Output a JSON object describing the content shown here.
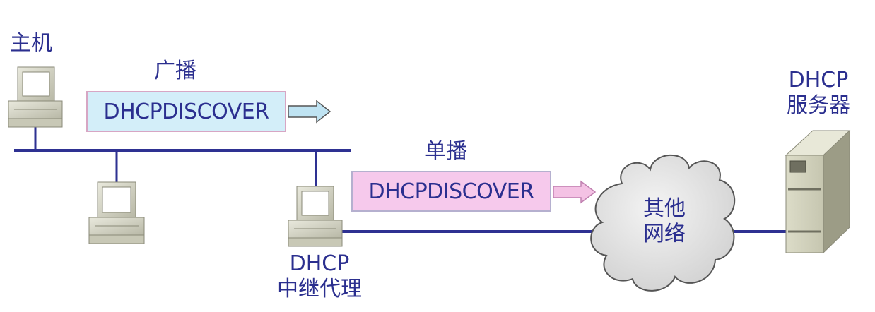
{
  "host_label": "主机",
  "broadcast": {
    "label": "广播",
    "message": "DHCPDISCOVER",
    "fill": "#d3eef9",
    "border": "#d7a6c4"
  },
  "unicast": {
    "label": "单播",
    "message": "DHCPDISCOVER",
    "fill": "#f6c9ec",
    "border": "#b5b0cf"
  },
  "relay": {
    "line1": "DHCP",
    "line2": "中继代理"
  },
  "cloud": {
    "line1": "其他",
    "line2": "网络"
  },
  "server": {
    "line1": "DHCP",
    "line2": "服务器"
  },
  "colors": {
    "line": "#2e3192",
    "text": "#2b2f8f"
  }
}
